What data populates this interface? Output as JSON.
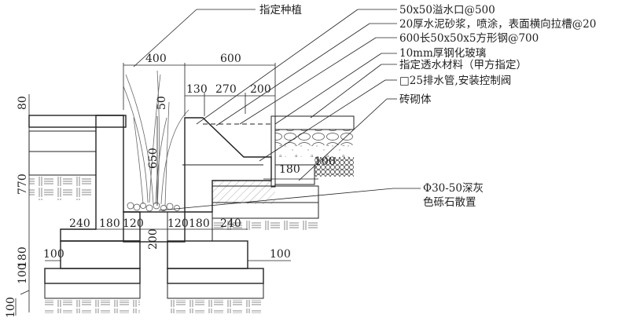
{
  "labels": {
    "planting": "指定种植",
    "overflow": "50x50溢水口@500",
    "mortar": "20厚水泥砂浆，喷涂，表面横向拉槽@20",
    "steel": "600长50x50x5方形钢@700",
    "glass": "10mm厚钢化玻璃",
    "permeable": "指定透水材料（甲方指定）",
    "drainpipe": "□25排水管,安装控制阀",
    "masonry": "砖砌体",
    "gravel_1": "Φ30-50深灰",
    "gravel_2": "色砾石散置"
  },
  "dims": {
    "d400": "400",
    "d600": "600",
    "d130": "130",
    "d270": "270",
    "d200top": "200",
    "d80": "80",
    "d50": "50",
    "d650": "650",
    "d770": "770",
    "d180r": "180",
    "d100r": "100",
    "d240l": "240",
    "d180l": "180",
    "d120l": "120",
    "d200b": "200",
    "d120r": "120",
    "d180b": "180",
    "d240r": "240",
    "d100l": "100",
    "d100rr": "100",
    "v180": "180",
    "v100": "100",
    "v100b": "100"
  }
}
